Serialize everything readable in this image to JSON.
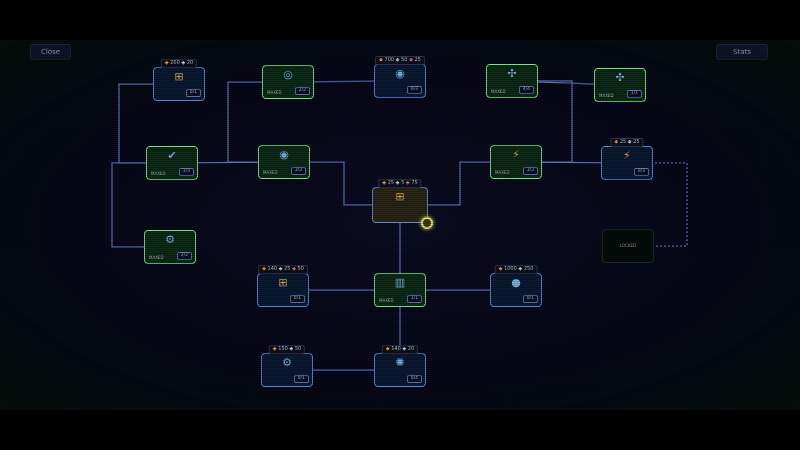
{
  "header": {
    "close_label": "Close",
    "stats_label": "Stats"
  },
  "colors": {
    "maxed_border": "#7fe08a",
    "available_border": "#5f86d6",
    "link": "#5c6fb8",
    "coin": "#e6e86a"
  },
  "nodes": [
    {
      "id": "n1",
      "icon": "plus-box-icon",
      "state": "available",
      "cost": [
        "200",
        "20"
      ],
      "progress": "0/1"
    },
    {
      "id": "n2",
      "icon": "ring-icon",
      "state": "maxed",
      "label": "MAXED",
      "progress": "2/2"
    },
    {
      "id": "n3",
      "icon": "rings-icon",
      "state": "available",
      "cost": [
        "700",
        "50",
        "25"
      ],
      "progress": "0/3"
    },
    {
      "id": "n4",
      "icon": "atom-icon",
      "state": "maxed",
      "label": "MAXED",
      "progress": "4/4"
    },
    {
      "id": "n5",
      "icon": "atom-icon",
      "state": "maxed",
      "label": "MAXED",
      "progress": "1/1"
    },
    {
      "id": "n6",
      "icon": "check-gear-icon",
      "state": "maxed",
      "label": "MAXED",
      "progress": "3/3"
    },
    {
      "id": "n7",
      "icon": "rings-icon",
      "state": "maxed",
      "label": "MAXED",
      "progress": "3/3"
    },
    {
      "id": "n8",
      "icon": "plus-box-icon",
      "state": "selected",
      "cost": [
        "25",
        "5",
        "75"
      ],
      "progress": ""
    },
    {
      "id": "n9",
      "icon": "bolt-icon",
      "state": "maxed",
      "label": "MAXED",
      "progress": "3/3"
    },
    {
      "id": "n10",
      "icon": "bolt-icon",
      "state": "available",
      "cost": [
        "25",
        "25"
      ],
      "progress": "0/3"
    },
    {
      "id": "n11",
      "icon": "gears-icon",
      "state": "maxed",
      "label": "MAXED",
      "progress": "2/2"
    },
    {
      "id": "n12",
      "icon": "lock-icon",
      "state": "locked",
      "label": "LOCKED",
      "progress": ""
    },
    {
      "id": "n13",
      "icon": "plus-box-icon",
      "state": "available",
      "cost": [
        "140",
        "25",
        "50"
      ],
      "progress": "0/1"
    },
    {
      "id": "n14",
      "icon": "rainbow-icon",
      "state": "maxed",
      "label": "MAXED",
      "progress": "1/1"
    },
    {
      "id": "n15",
      "icon": "orb-icon",
      "state": "available",
      "cost": [
        "1000",
        "250"
      ],
      "progress": "0/1"
    },
    {
      "id": "n16",
      "icon": "gears-icon",
      "state": "available",
      "cost": [
        "150",
        "50"
      ],
      "progress": "0/1"
    },
    {
      "id": "n17",
      "icon": "sun-badge-icon",
      "state": "available",
      "cost": [
        "140",
        "20"
      ],
      "progress": "0/4"
    }
  ],
  "links": [
    [
      "n1",
      "n6"
    ],
    [
      "n6",
      "n7"
    ],
    [
      "n6",
      "n11"
    ],
    [
      "n2",
      "n7"
    ],
    [
      "n2",
      "n3"
    ],
    [
      "n7",
      "n8"
    ],
    [
      "n8",
      "n9"
    ],
    [
      "n4",
      "n9"
    ],
    [
      "n4",
      "n5"
    ],
    [
      "n9",
      "n10"
    ],
    [
      "n10",
      "n12"
    ],
    [
      "n8",
      "n14"
    ],
    [
      "n13",
      "n14"
    ],
    [
      "n14",
      "n15"
    ],
    [
      "n14",
      "n17"
    ],
    [
      "n16",
      "n17"
    ]
  ]
}
